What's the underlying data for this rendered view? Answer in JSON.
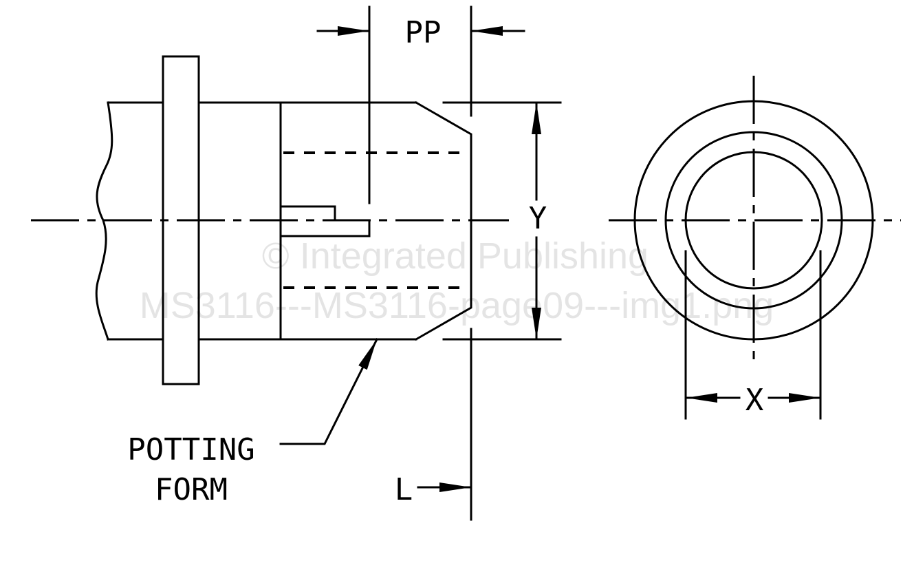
{
  "diagram": {
    "labels": {
      "pp": "PP",
      "y": "Y",
      "x": "X",
      "l": "L",
      "potting": "POTTING",
      "form": "FORM"
    },
    "watermark": {
      "line1": "© Integrated Publishing",
      "line2": "MS3116---MS3116-page09---img1.png"
    }
  }
}
